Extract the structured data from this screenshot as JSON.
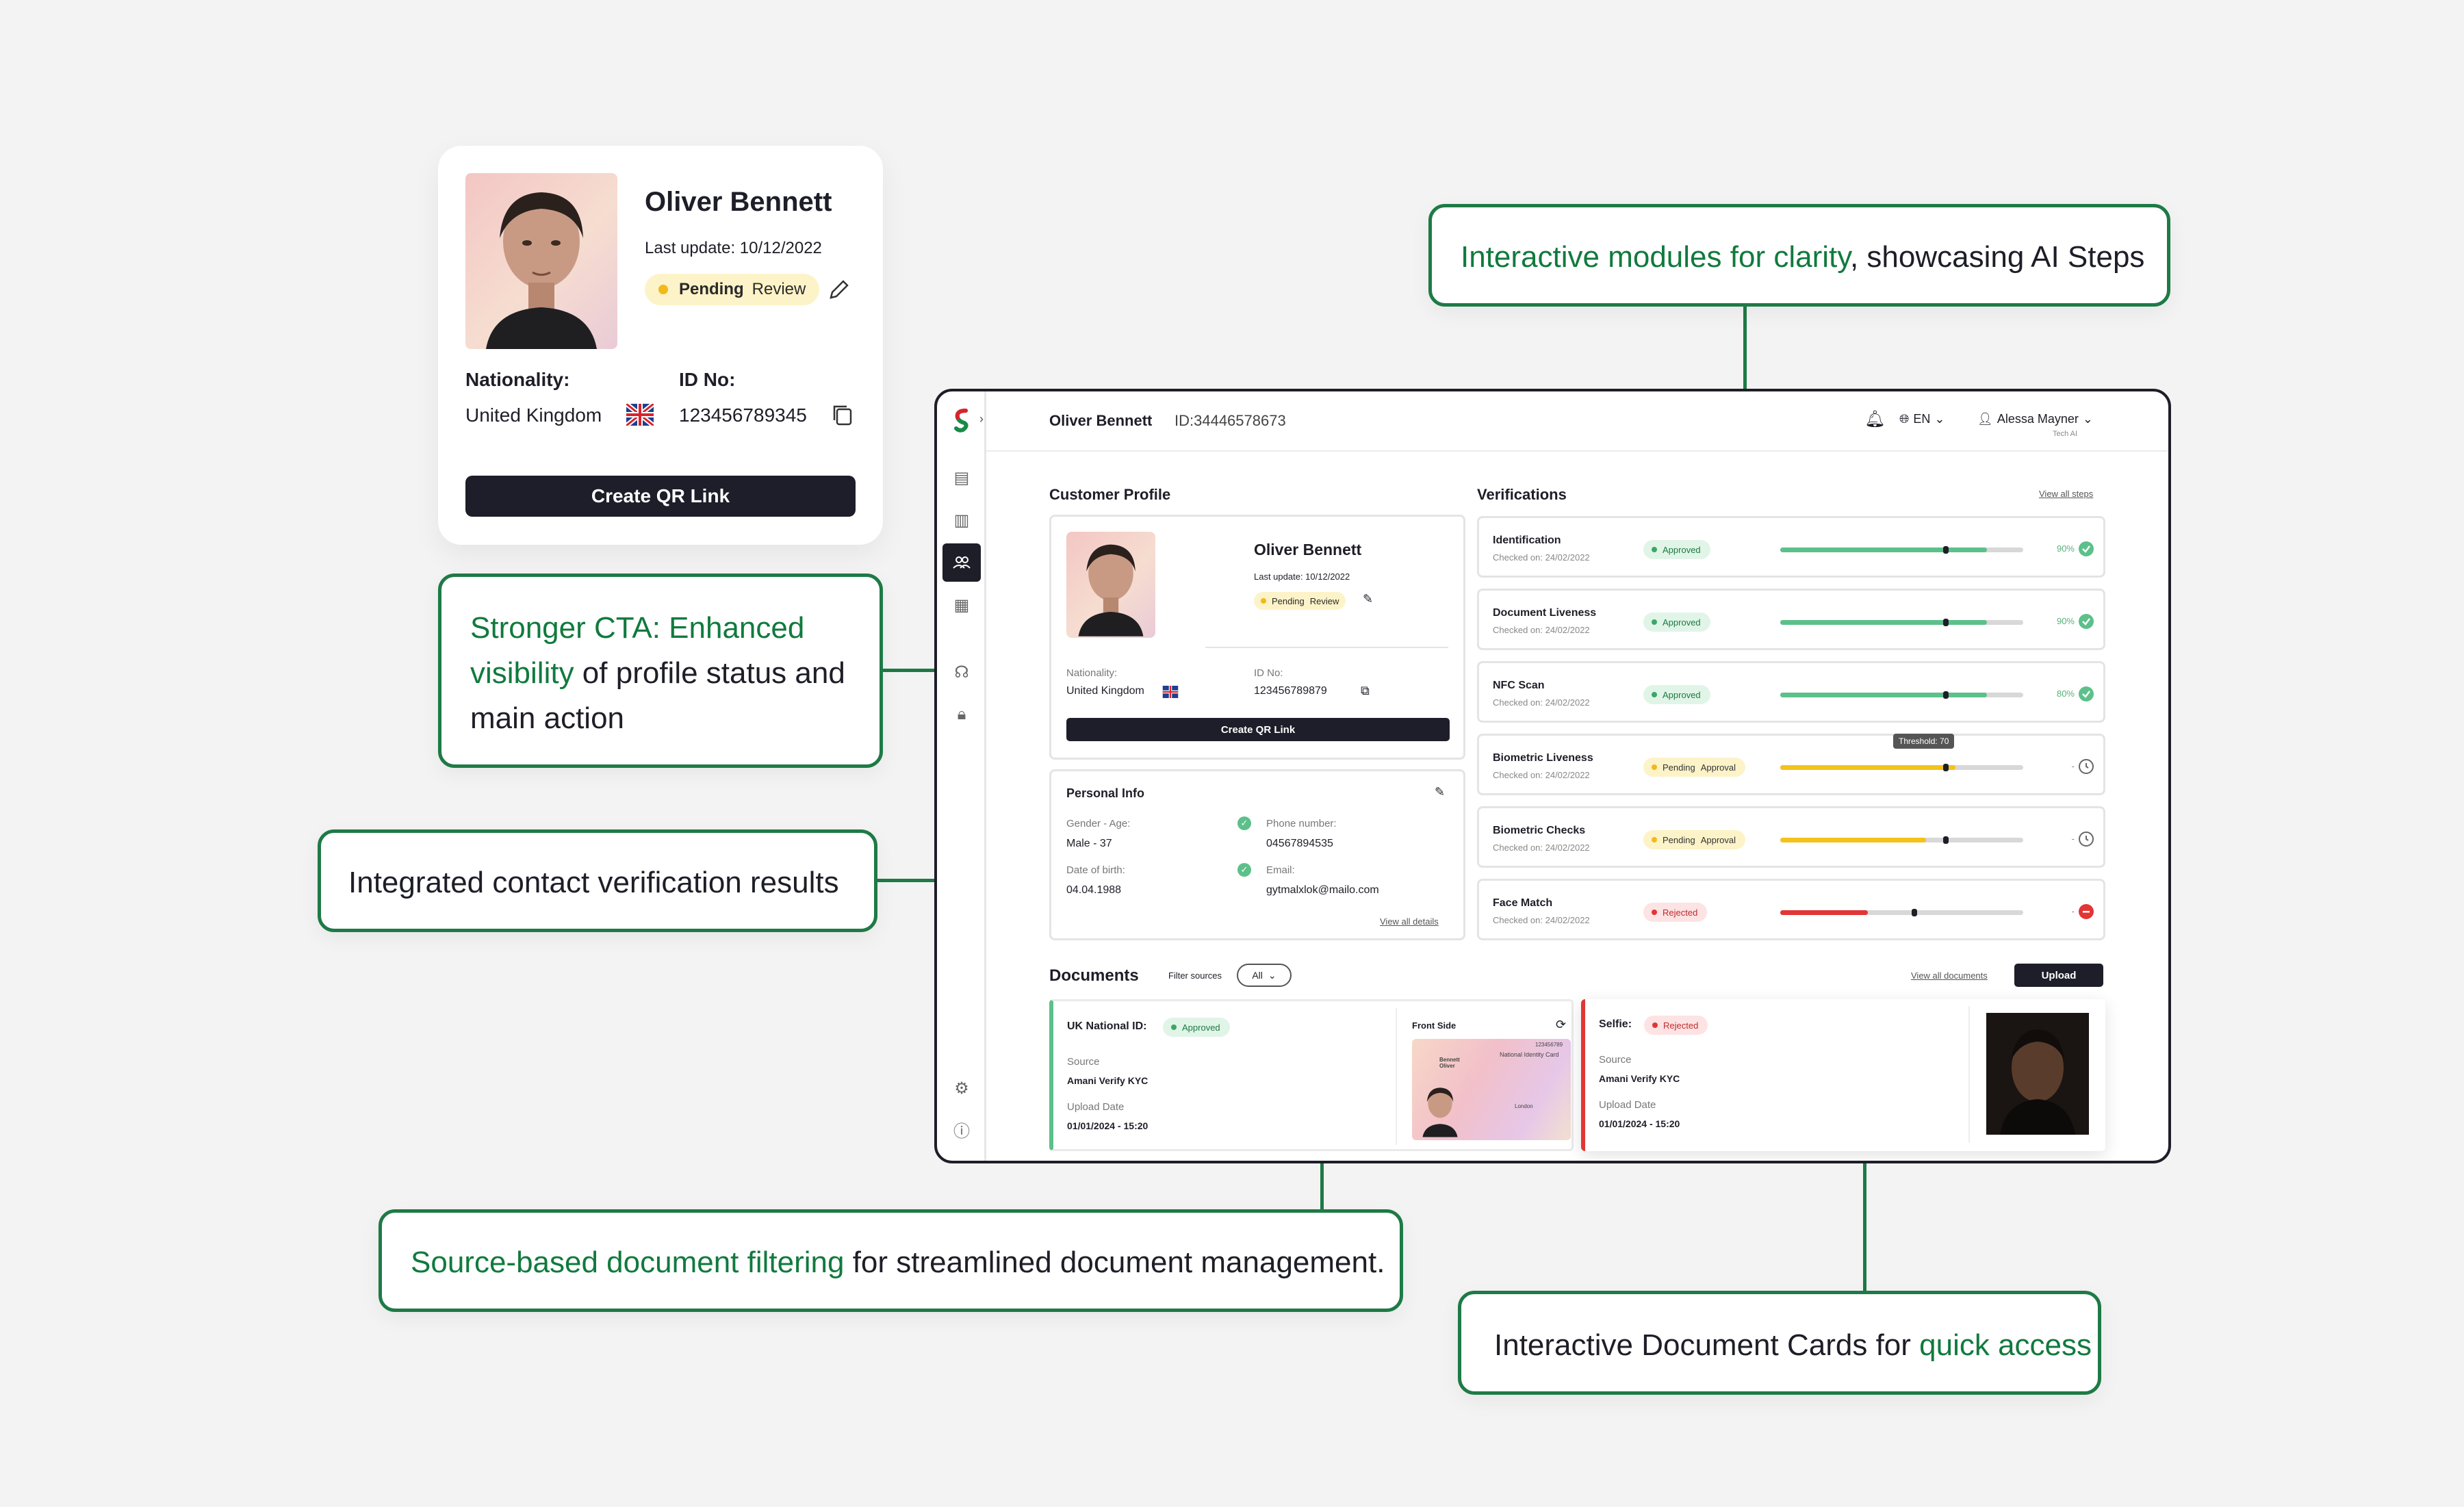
{
  "profile_card": {
    "name": "Oliver Bennett",
    "last_update": "Last update: 10/12/2022",
    "status_word1": "Pending",
    "status_word2": "Review",
    "nationality_label": "Nationality:",
    "nationality_value": "United Kingdom",
    "id_label": "ID No:",
    "id_value": "123456789345",
    "cta": "Create QR Link"
  },
  "callouts": {
    "ai_steps_highlight": "Interactive modules for clarity",
    "ai_steps_rest": ", showcasing AI Steps",
    "cta_highlight": "Stronger CTA: Enhanced visibility",
    "cta_rest": " of profile status and main action",
    "contact": "Integrated contact verification results",
    "filter_highlight": "Source-based document filtering",
    "filter_rest": " for streamlined document management.",
    "cards_rest": "Interactive Document Cards for ",
    "cards_highlight": "quick access"
  },
  "dashboard": {
    "header": {
      "name": "Oliver Bennett",
      "id": "ID:34446578673",
      "lang": "EN",
      "user": "Alessa Mayner",
      "user_sub": "Tech AI"
    },
    "customer_profile": {
      "section_title": "Customer Profile",
      "name": "Oliver Bennett",
      "last_update": "Last update: 10/12/2022",
      "status_word1": "Pending",
      "status_word2": "Review",
      "nationality_label": "Nationality:",
      "nationality_value": "United Kingdom",
      "id_label": "ID No:",
      "id_value": "123456789879",
      "cta": "Create QR Link"
    },
    "personal_info": {
      "title": "Personal Info",
      "gender_label": "Gender - Age:",
      "gender_value": "Male - 37",
      "phone_label": "Phone number:",
      "phone_value": "04567894535",
      "dob_label": "Date of birth:",
      "dob_value": "04.04.1988",
      "email_label": "Email:",
      "email_value": "gytmalxlok@mailo.com",
      "view_all": "View all details"
    },
    "verifications": {
      "title": "Verifications",
      "view_all": "View all steps",
      "threshold": "Threshold: 70",
      "rows": [
        {
          "name": "Identification",
          "date": "Checked on: 24/02/2022",
          "status": "Approved",
          "status2": "",
          "progress": 0.85,
          "marker": 0.67,
          "pct": "90%",
          "color": "#5cc08a",
          "icon": "check-circle-icon"
        },
        {
          "name": "Document Liveness",
          "date": "Checked on: 24/02/2022",
          "status": "Approved",
          "status2": "",
          "progress": 0.85,
          "marker": 0.67,
          "pct": "90%",
          "color": "#5cc08a",
          "icon": "check-circle-icon"
        },
        {
          "name": "NFC Scan",
          "date": "Checked on: 24/02/2022",
          "status": "Approved",
          "status2": "",
          "progress": 0.85,
          "marker": 0.67,
          "pct": "80%",
          "color": "#5cc08a",
          "icon": "check-circle-icon"
        },
        {
          "name": "Biometric Liveness",
          "date": "Checked on: 24/02/2022",
          "status": "Pending",
          "status2": "Approval",
          "progress": 0.72,
          "marker": 0.67,
          "pct": "-",
          "color": "#f5c21b",
          "icon": "clock-icon"
        },
        {
          "name": "Biometric Checks",
          "date": "Checked on: 24/02/2022",
          "status": "Pending",
          "status2": "Approval",
          "progress": 0.6,
          "marker": 0.67,
          "pct": "-",
          "color": "#f5c21b",
          "icon": "clock-icon"
        },
        {
          "name": "Face Match",
          "date": "Checked on: 24/02/2022",
          "status": "Rejected",
          "status2": "",
          "progress": 0.36,
          "marker": 0.54,
          "pct": "-",
          "color": "#e23535",
          "icon": "minus-circle-icon"
        }
      ]
    },
    "documents": {
      "title": "Documents",
      "filter_label": "Filter sources",
      "filter_value": "All",
      "view_all": "View all documents",
      "upload": "Upload",
      "card1": {
        "title": "UK National ID:",
        "status": "Approved",
        "source_label": "Source",
        "source_value": "Amani Verify KYC",
        "upload_label": "Upload Date",
        "upload_value": "01/01/2024 - 15:20",
        "side_label": "Front Side",
        "id_card_title": "National Identity Card",
        "id_card_name": "Bennett Oliver",
        "id_card_number": "123456789",
        "id_card_country": "London"
      },
      "card2": {
        "title": "Selfie:",
        "status": "Rejected",
        "source_label": "Source",
        "source_value": "Amani Verify KYC",
        "upload_label": "Upload Date",
        "upload_value": "01/01/2024 - 15:20"
      }
    }
  }
}
